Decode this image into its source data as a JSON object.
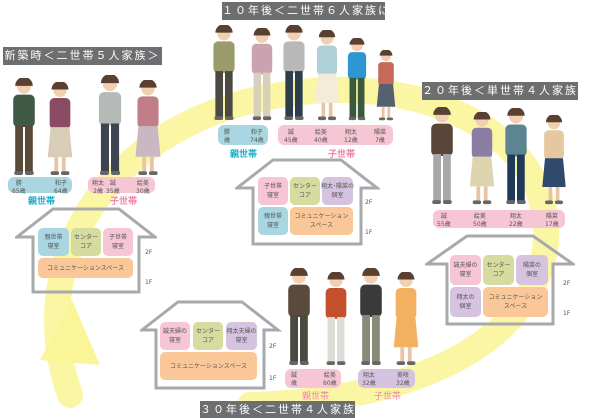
{
  "stages": [
    {
      "title": "新築時＜二世帯５人家族＞",
      "labels": [
        {
          "group": "親世帯",
          "people": [
            {
              "name": "勝",
              "age": "65歳"
            },
            {
              "name": "和子",
              "age": "64歳"
            }
          ]
        },
        {
          "group": "子世帯",
          "people": [
            {
              "name": "翔太",
              "age": "2歳"
            },
            {
              "name": "誠",
              "age": "35歳"
            },
            {
              "name": "絵美",
              "age": "30歳"
            }
          ]
        }
      ],
      "rooms": {
        "r1": "親世帯\n寝室",
        "r2": "センター\nコア",
        "r3": "子世帯\n寝室",
        "r4": "コミュニケーションスペース"
      },
      "floors": [
        "2F",
        "1F"
      ]
    },
    {
      "title": "１０年後＜二世帯６人家族に＞",
      "labels": [
        {
          "group": "親世帯",
          "people": [
            {
              "name": "勝",
              "age": "歳"
            },
            {
              "name": "和子",
              "age": "74歳"
            }
          ]
        },
        {
          "group": "子世帯",
          "people": [
            {
              "name": "誠",
              "age": "45歳"
            },
            {
              "name": "絵美",
              "age": "40歳"
            },
            {
              "name": "翔太",
              "age": "12歳"
            },
            {
              "name": "陽菜",
              "age": "7歳"
            }
          ]
        }
      ],
      "rooms": {
        "r1": "子世帯\n寝室",
        "r2": "センター\nコア",
        "r3": "翔太･陽菜の\n個室",
        "r4": "親世帯\n寝室",
        "r5": "コミュニケーション\nスペース"
      },
      "floors": [
        "2F",
        "1F"
      ]
    },
    {
      "title": "２０年後＜単世帯４人家族に＞",
      "labels": [
        {
          "people": [
            {
              "name": "誠",
              "age": "55歳"
            },
            {
              "name": "絵美",
              "age": "50歳"
            },
            {
              "name": "翔太",
              "age": "22歳"
            },
            {
              "name": "陽菜",
              "age": "17歳"
            }
          ]
        }
      ],
      "rooms": {
        "r1": "誠夫婦の\n寝室",
        "r2": "センター\nコア",
        "r3": "陽菜の\n個室",
        "r4": "翔太の\n個室",
        "r5": "コミュニケーション\nスペース"
      },
      "floors": [
        "2F",
        "1F"
      ]
    },
    {
      "title": "３０年後＜二世帯４人家族に＞",
      "labels": [
        {
          "group": "親世帯",
          "people": [
            {
              "name": "誠",
              "age": "歳"
            },
            {
              "name": "絵美",
              "age": "60歳"
            }
          ]
        },
        {
          "group": "子世帯",
          "people": [
            {
              "name": "翔太",
              "age": "32歳"
            },
            {
              "name": "美咲",
              "age": "32歳"
            }
          ]
        }
      ],
      "rooms": {
        "r1": "誠夫婦の\n寝室",
        "r2": "センター\nコア",
        "r3": "翔太夫婦の\n寝室",
        "r4": "コミュニケーションスペース"
      },
      "floors": [
        "2F",
        "1F"
      ]
    }
  ],
  "colors": {
    "cycle": "#fbf59a",
    "title_bg": "#6d6e70",
    "parent": "#1ea9c5",
    "child": "#ee82a9"
  }
}
